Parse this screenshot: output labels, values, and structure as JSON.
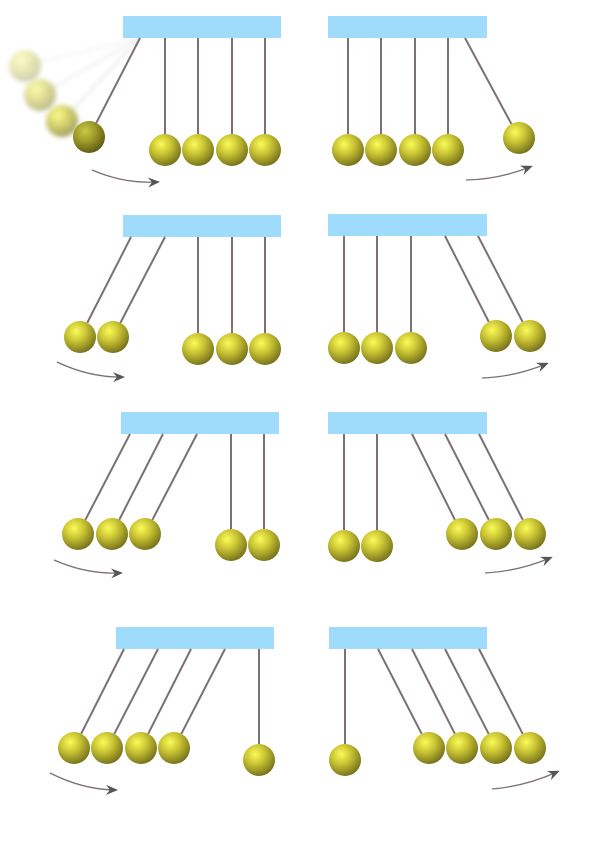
{
  "title": "Newton's cradle",
  "colors": {
    "bar": "#9fdcfb",
    "string": "#7b7074",
    "ball_highlight": "#fbfb5a",
    "ball_mid": "#c9c433",
    "ball_shadow": "#77721c",
    "arrow": "#555555"
  },
  "panels": [
    {
      "phase": "release",
      "swung_balls": 1,
      "swing_side": "left",
      "total_balls": 5,
      "motion_blur": true
    },
    {
      "phase": "rebound",
      "swung_balls": 1,
      "swing_side": "right",
      "total_balls": 5
    },
    {
      "phase": "release",
      "swung_balls": 2,
      "swing_side": "left",
      "total_balls": 5
    },
    {
      "phase": "rebound",
      "swung_balls": 2,
      "swing_side": "right",
      "total_balls": 5
    },
    {
      "phase": "release",
      "swung_balls": 3,
      "swing_side": "left",
      "total_balls": 5
    },
    {
      "phase": "rebound",
      "swung_balls": 3,
      "swing_side": "right",
      "total_balls": 5
    },
    {
      "phase": "release",
      "swung_balls": 4,
      "swing_side": "left",
      "total_balls": 5
    },
    {
      "phase": "rebound",
      "swung_balls": 4,
      "swing_side": "right",
      "total_balls": 5
    }
  ]
}
